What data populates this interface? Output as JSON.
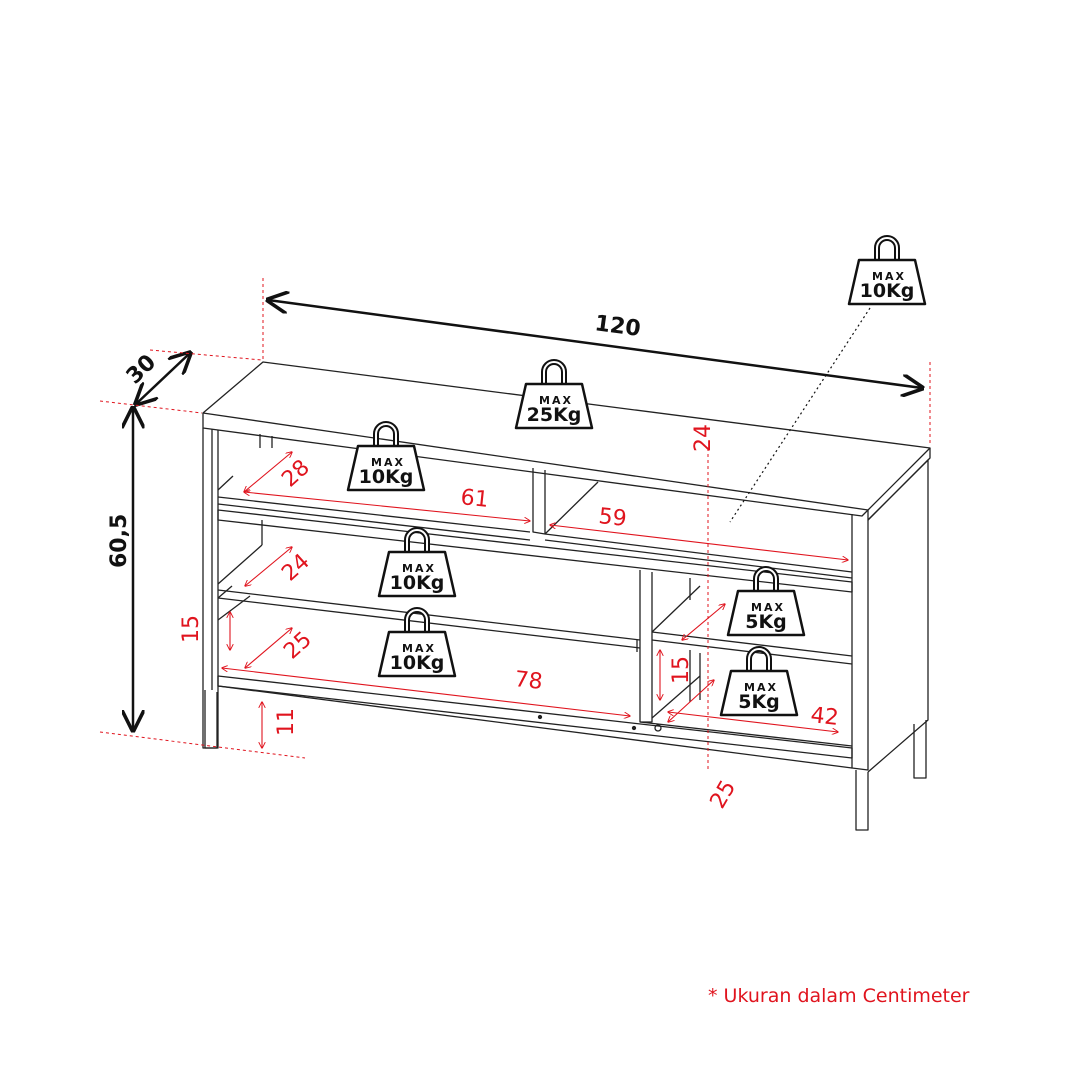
{
  "dimensions": {
    "width": "120",
    "depth": "30",
    "height": "60,5",
    "leg_height": "11",
    "left_side_height": "15",
    "top_left_depth": "28",
    "top_left_width": "61",
    "top_right_width": "59",
    "mid_left_depth": "24",
    "bottom_left_depth": "25",
    "bottom_left_width": "78",
    "right_inner_height": "24",
    "right_compartment_height": "15",
    "right_bottom_width": "42",
    "right_bottom_depth": "25"
  },
  "weights": [
    {
      "max": "MAX",
      "value": "10Kg"
    },
    {
      "max": "MAX",
      "value": "25Kg"
    },
    {
      "max": "MAX",
      "value": "10Kg"
    },
    {
      "max": "MAX",
      "value": "10Kg"
    },
    {
      "max": "MAX",
      "value": "10Kg"
    },
    {
      "max": "MAX",
      "value": "5Kg"
    },
    {
      "max": "MAX",
      "value": "5Kg"
    }
  ],
  "note": "* Ukuran dalam Centimeter",
  "colors": {
    "dimension_red": "#e0141e",
    "line_black": "#111111"
  }
}
